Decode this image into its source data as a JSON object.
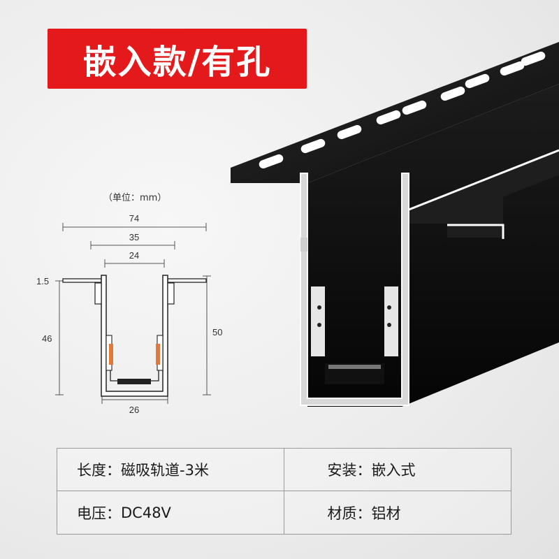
{
  "title": "嵌入款/有孔",
  "unit_label": "（单位：mm）",
  "dimensions": {
    "w74": "74",
    "w35": "35",
    "w24": "24",
    "w26": "26",
    "t15": "1.5",
    "h46": "46",
    "h50": "50"
  },
  "specs": [
    {
      "label": "长度：",
      "value": "磁吸轨道-3米"
    },
    {
      "label": "安装：",
      "value": "嵌入式"
    },
    {
      "label": "电压：",
      "value": "DC48V"
    },
    {
      "label": "材质：",
      "value": "铝材"
    }
  ],
  "colors": {
    "badge": "#e3191b",
    "profile": "#111111",
    "accent_orange": "#e0793a"
  }
}
